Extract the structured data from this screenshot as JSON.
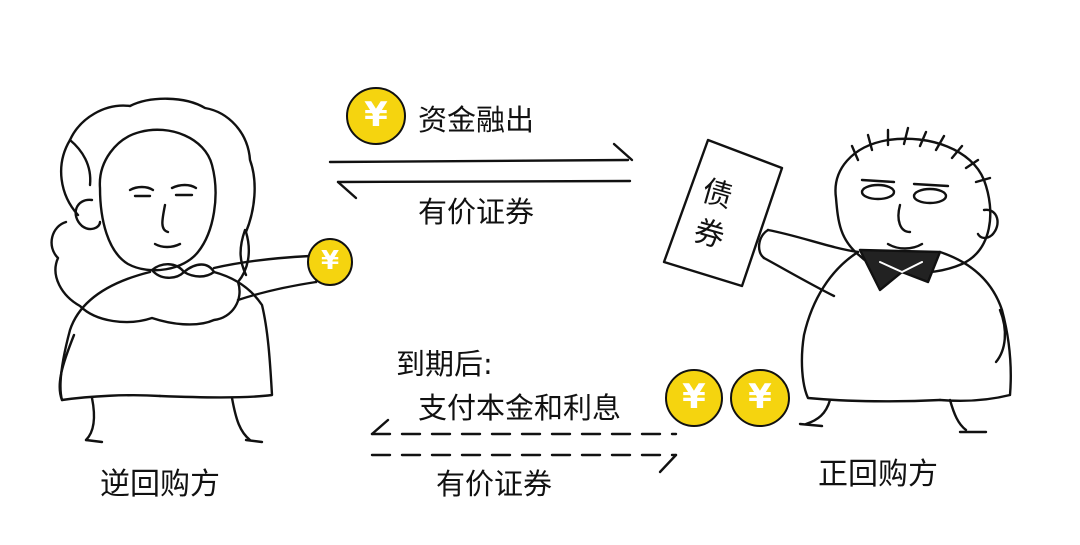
{
  "labels": {
    "funds_out": "资金融出",
    "securities_top": "有价证券",
    "maturity": "到期后:",
    "repay": "支付本金和利息",
    "securities_bottom": "有价证券",
    "reverse_repo_party": "逆回购方",
    "repo_party": "正回购方"
  },
  "document": {
    "line1": "债",
    "line2": "券"
  },
  "coin": {
    "symbol": "¥"
  },
  "colors": {
    "coin_fill": "#F5D40F",
    "ink": "#111111",
    "background": "#FFFFFF"
  },
  "icons": [
    "yen-coin-icon",
    "bond-document-icon",
    "woman-figure",
    "man-figure",
    "right-arrow-icon",
    "left-arrow-icon"
  ]
}
